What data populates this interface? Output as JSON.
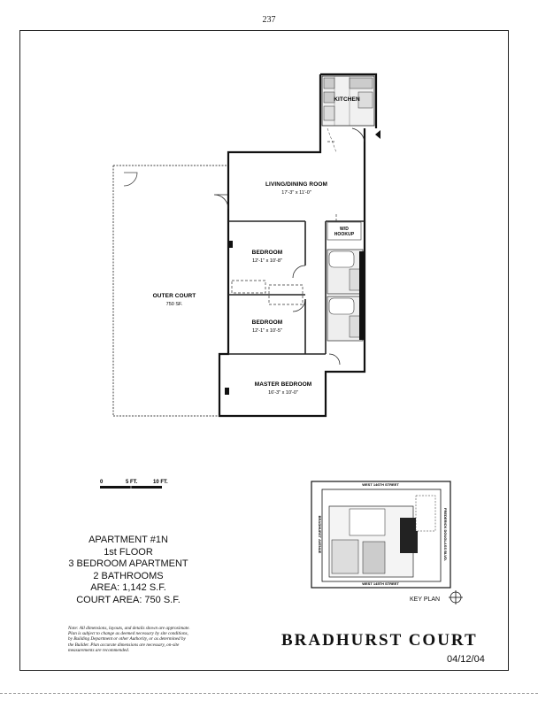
{
  "page_number": "237",
  "plan": {
    "rooms": {
      "kitchen": {
        "label": "KITCHEN"
      },
      "living": {
        "label": "LIVING/DINING ROOM",
        "dims": "17'-3\" x 11'-0\""
      },
      "wd": {
        "line1": "W/D",
        "line2": "HOOKUP"
      },
      "bedroom1": {
        "label": "BEDROOM",
        "dims": "12'-1\" x 10'-8\""
      },
      "bedroom2": {
        "label": "BEDROOM",
        "dims": "12'-1\" x 10'-5\""
      },
      "master": {
        "label": "MASTER BEDROOM",
        "dims": "16'-3\" x 10'-0\""
      },
      "court": {
        "label": "OUTER COURT",
        "area": "750 SF."
      }
    },
    "scale": {
      "zero": "0",
      "mid": "5 FT.",
      "end": "10 FT."
    }
  },
  "apartment": {
    "name": "APARTMENT #1N",
    "floor": "1st FLOOR",
    "type": "3 BEDROOM APARTMENT",
    "baths": "2 BATHROOMS",
    "area": "AREA: 1,142 S.F.",
    "court_area": "COURT AREA: 750 S.F."
  },
  "note": "Note: All dimensions, layouts, and details shown are approximate. Plan is subject to change as deemed necessary by site conditions, by Building Department or other Authority, or as determined by the Builder. Plan accurate dimensions are necessary, on-site measurements are recommended.",
  "keyplan": {
    "label": "KEY PLAN",
    "street_north": "WEST 146TH STREET",
    "street_south": "WEST 145TH STREET",
    "street_west": "BRADHURST AVENUE",
    "street_east": "FREDERICK DOUGLASS BLVD."
  },
  "brand": "BRADHURST COURT",
  "date": "04/12/04"
}
